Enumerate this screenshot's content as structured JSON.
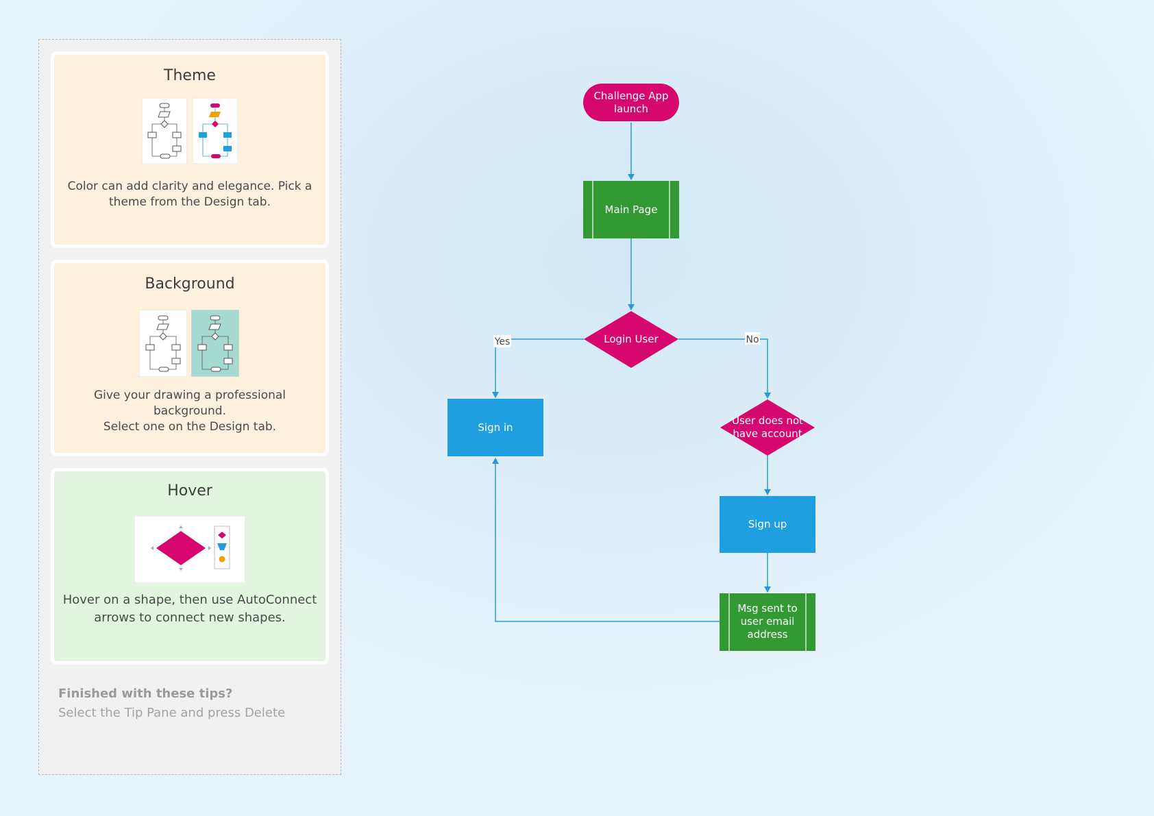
{
  "tips": {
    "theme": {
      "title": "Theme",
      "text_line1": "Color can add clarity and elegance. Pick a",
      "text_line2": "theme from the Design tab."
    },
    "background": {
      "title": "Background",
      "text_line1": "Give your drawing a professional background.",
      "text_line2": "Select one on the Design tab."
    },
    "hover": {
      "title": "Hover",
      "text_line1": "Hover on a shape, then use AutoConnect",
      "text_line2": "arrows to connect new shapes."
    },
    "finished": {
      "title": "Finished with these tips?",
      "text": "Select the Tip Pane and press Delete"
    }
  },
  "flowchart": {
    "nodes": {
      "start": {
        "line1": "Challenge App",
        "line2": "launch"
      },
      "main_page": {
        "label": "Main Page"
      },
      "login_user": {
        "label": "Login User"
      },
      "sign_in": {
        "label": "Sign in"
      },
      "no_account": {
        "line1": "User does not",
        "line2": "have account"
      },
      "sign_up": {
        "label": "Sign up"
      },
      "msg_sent": {
        "line1": "Msg sent to",
        "line2": "user email",
        "line3": "address"
      }
    },
    "edges": {
      "yes_label": "Yes",
      "no_label": "No"
    }
  },
  "colors": {
    "terminator": "#d6076f",
    "decision": "#d6076f",
    "subprocess": "#339933",
    "process": "#1f9fdf",
    "connector": "#2a9ad3",
    "tip_orange": "#fdf0dd",
    "tip_green": "#e3f4e1",
    "pane": "#f1f1f1"
  },
  "icons": {
    "theme_thumb": "flowchart-plain-thumbnail",
    "theme_thumb_colored": "flowchart-colored-thumbnail",
    "background_thumb": "flowchart-white-bg-thumbnail",
    "background_thumb_teal": "flowchart-teal-bg-thumbnail",
    "hover_thumb": "autoconnect-diamond-thumbnail"
  }
}
